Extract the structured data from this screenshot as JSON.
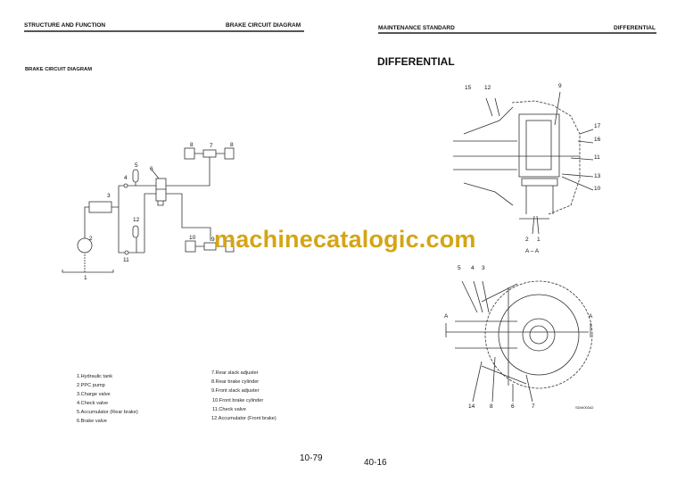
{
  "left_page": {
    "header_left": "STRUCTURE AND FUNCTION",
    "header_right": "BRAKE CIRCUIT DIAGRAM",
    "subtitle": "BRAKE CIRCUIT DIAGRAM",
    "diagram_labels": [
      "1",
      "2",
      "3",
      "4",
      "5",
      "6",
      "7",
      "8",
      "8",
      "9",
      "10",
      "11",
      "12"
    ],
    "legend_col1": [
      "1.Hydraulic tank",
      "2.PPC pump",
      "3.Charge valve",
      "4.Check valve",
      "5.Accumulator (Rear brake)",
      "6.Brake valve"
    ],
    "legend_col2": [
      "7.Rear slack adjuster",
      "8.Rear brake cylinder",
      "9.Front slack adjuster",
      "10.Front brake cylinder",
      "11.Check valve",
      "12.Accumulator (Front brake)"
    ],
    "page_number": "10-79"
  },
  "right_page": {
    "header_left": "MAINTENANCE STANDARD",
    "header_right": "DIFFERENTIAL",
    "title": "DIFFERENTIAL",
    "top_labels": [
      "15",
      "12",
      "9",
      "17",
      "16",
      "11",
      "13",
      "10",
      "2",
      "1"
    ],
    "section_label": "A – A",
    "bottom_labels": [
      "5",
      "4",
      "3",
      "A",
      "A",
      "14",
      "8",
      "6",
      "7"
    ],
    "figure_code": "SDW00342",
    "page_number": "40-16"
  },
  "watermark": "machinecatalogic.com"
}
